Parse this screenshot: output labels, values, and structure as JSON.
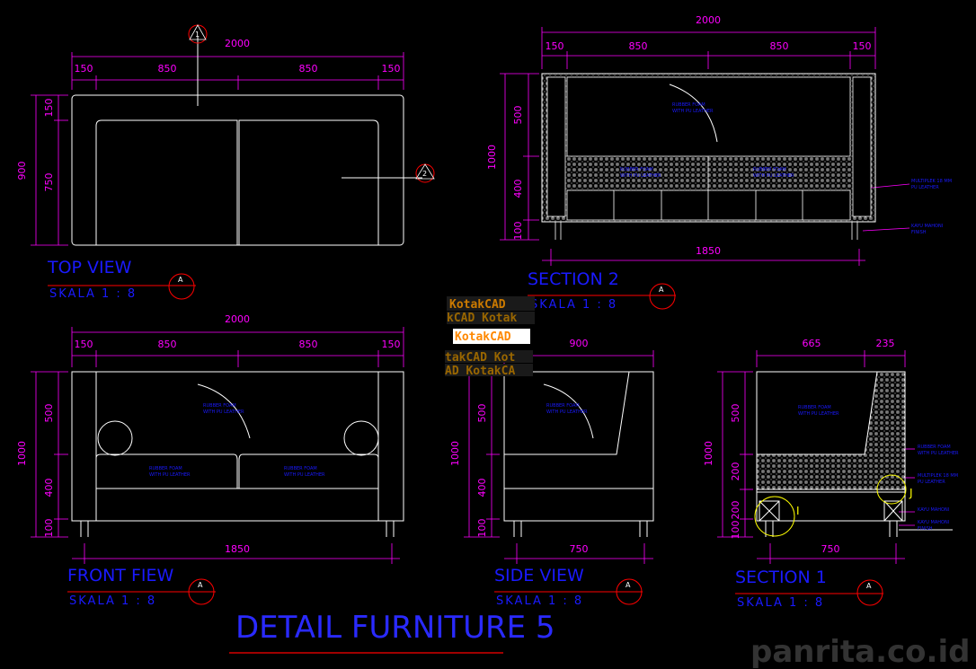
{
  "colors": {
    "background": "#000000",
    "dimension": "#ff00ff",
    "outline": "#ffffff",
    "title": "#1a1aff",
    "bubble": "#ff0000"
  },
  "top_view": {
    "title": "TOP VIEW",
    "scale": "SKALA   1 : 8",
    "ref": "A",
    "dim_total": "2000",
    "dim_arm_left": "150",
    "dim_seat_left": "850",
    "dim_seat_right": "850",
    "dim_arm_right": "150",
    "dim_height": "900",
    "dim_back": "150",
    "dim_seat_depth": "750",
    "callout_1": "1",
    "callout_2": "2"
  },
  "section_2": {
    "title": "SECTION 2",
    "scale": "SKALA   1 : 8",
    "ref": "A",
    "dim_total": "2000",
    "dim_arm_left": "150",
    "dim_seat_left": "850",
    "dim_seat_right": "850",
    "dim_arm_right": "150",
    "dim_height": "1000",
    "dim_back": "500",
    "dim_seat": "400",
    "dim_leg": "100",
    "dim_bottom": "1850",
    "note_foam": "RUBBER FOAM",
    "note_foam_sub": "WITH PU LEATHER",
    "note_seat_left": "RUBBER FOAM",
    "note_seat_left_sub": "WITH PU LEATHER",
    "note_seat_right": "RUBBER FOAM",
    "note_seat_right_sub": "WITH PU LEATHER",
    "note_side": "MULTIPLEK 18 MM",
    "note_side_sub": "PU LEATHER",
    "note_leg": "KAYU MAHONI",
    "note_leg_sub": "FINISH"
  },
  "front_view": {
    "title": "FRONT FIEW",
    "scale": "SKALA   1 : 8",
    "ref": "A",
    "dim_total": "2000",
    "dim_arm_left": "150",
    "dim_seat_left": "850",
    "dim_seat_right": "850",
    "dim_arm_right": "150",
    "dim_height": "1000",
    "dim_back": "500",
    "dim_seat": "400",
    "dim_leg": "100",
    "dim_bottom": "1850",
    "note_back": "RUBBER FOAM",
    "note_back_sub": "WITH PU LEATHER",
    "note_seat_left": "RUBBER FOAM",
    "note_seat_left_sub": "WITH PU LEATHER",
    "note_seat_right": "RUBBER FOAM",
    "note_seat_right_sub": "WITH PU LEATHER"
  },
  "side_view": {
    "title": "SIDE VIEW",
    "scale": "SKALA   1 : 8",
    "ref": "A",
    "dim_total": "900",
    "dim_height": "1000",
    "dim_back": "500",
    "dim_seat": "400",
    "dim_leg": "100",
    "dim_bottom": "750",
    "note_back": "RUBBER FOAM",
    "note_back_sub": "WITH PU LEATHER"
  },
  "section_1": {
    "title": "SECTION 1",
    "scale": "SKALA   1 : 8",
    "ref": "A",
    "dim_seat": "665",
    "dim_back": "235",
    "dim_height": "1000",
    "dim_back_h": "500",
    "dim_seat_h": "200",
    "dim_frame": "200",
    "dim_leg": "100",
    "dim_bottom": "750",
    "note_back": "RUBBER FOAM",
    "note_back_sub": "WITH PU LEATHER",
    "note_r1": "RUBBER FOAM",
    "note_r1_sub": "WITH PU LEATHER",
    "note_r2": "MULTIPLEK 18 MM",
    "note_r2_sub": "PU LEATHER",
    "note_r3": "KAYU MAHONI",
    "note_r4": "KAYU MAHONI",
    "note_r4_sub": "FINISH",
    "mark_i": "I",
    "mark_j": "J"
  },
  "drawing_title": "DETAIL FURNITURE 5",
  "watermark": "panrita.co.id",
  "logo_text": [
    "KotakCAD",
    "kCAD Kotak",
    "KotakCAD",
    "takCAD Kot",
    "AD KotakCA"
  ]
}
